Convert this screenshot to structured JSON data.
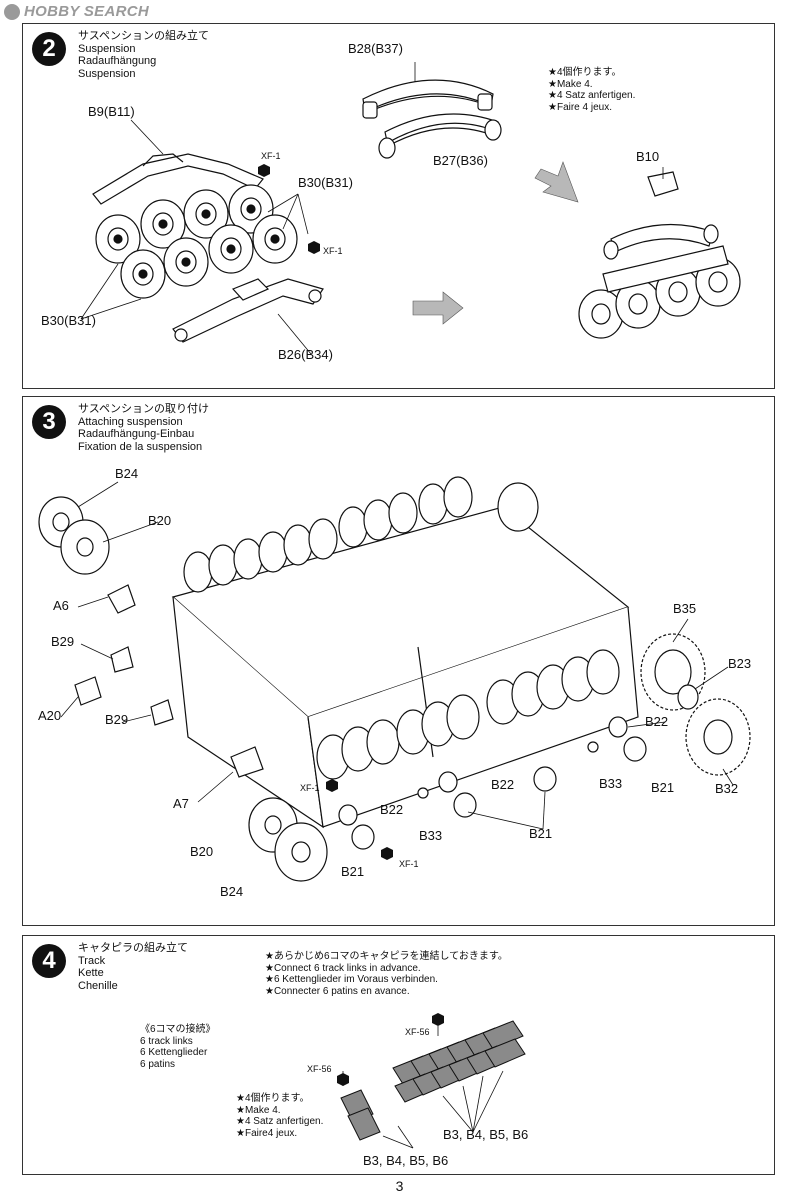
{
  "watermark": {
    "text": "HOBBY SEARCH"
  },
  "steps": [
    {
      "number": "2",
      "titles": [
        "サスペンションの組み立て",
        "Suspension",
        "Radaufhängung",
        "Suspension"
      ],
      "note": [
        "★4個作ります。",
        "★Make 4.",
        "★4 Satz anfertigen.",
        "★Faire 4 jeux."
      ],
      "labels": {
        "b28": "B28(B37)",
        "b27": "B27(B36)",
        "b9": "B9(B11)",
        "xf1a": "XF-1",
        "b30a": "B30(B31)",
        "xf1b": "XF-1",
        "b30b": "B30(B31)",
        "b26": "B26(B34)",
        "b10": "B10"
      }
    },
    {
      "number": "3",
      "titles": [
        "サスペンションの取り付け",
        "Attaching suspension",
        "Radaufhängung-Einbau",
        "Fixation de la suspension"
      ],
      "labels": {
        "b24a": "B24",
        "b20a": "B20",
        "a6": "A6",
        "b29a": "B29",
        "a20": "A20",
        "b29b": "B29",
        "a7": "A7",
        "xf1a": "XF-1",
        "b20b": "B20",
        "b24b": "B24",
        "b22a": "B22",
        "b33a": "B33",
        "b21a": "B21",
        "xf1b": "XF-1",
        "b22b": "B22",
        "b21b": "B21",
        "b35": "B35",
        "b23": "B23",
        "b22c": "B22",
        "b33b": "B33",
        "b21c": "B21",
        "b32": "B32"
      }
    },
    {
      "number": "4",
      "titles": [
        "キャタピラの組み立て",
        "Track",
        "Kette",
        "Chenille"
      ],
      "note_top": [
        "★あらかじめ6コマのキャタピラを連結しておきます。",
        "★Connect 6 track links in advance.",
        "★6 Kettenglieder im Voraus verbinden.",
        "★Connecter 6 patins en avance."
      ],
      "links_note": [
        "《6コマの接続》",
        "6 track links",
        "6 Kettenglieder",
        "6 patins"
      ],
      "make_note": [
        "★4個作ります。",
        "★Make 4.",
        "★4 Satz anfertigen.",
        "★Faire4 jeux."
      ],
      "labels": {
        "xf56a": "XF-56",
        "xf56b": "XF-56",
        "b3a": "B3, B4, B5, B6",
        "b3b": "B3, B4, B5, B6"
      }
    }
  ],
  "page_number": "3",
  "colors": {
    "ink": "#111111",
    "paper": "#ffffff",
    "shade": "#b8b8b8",
    "watermark": "#9a9a9a"
  }
}
